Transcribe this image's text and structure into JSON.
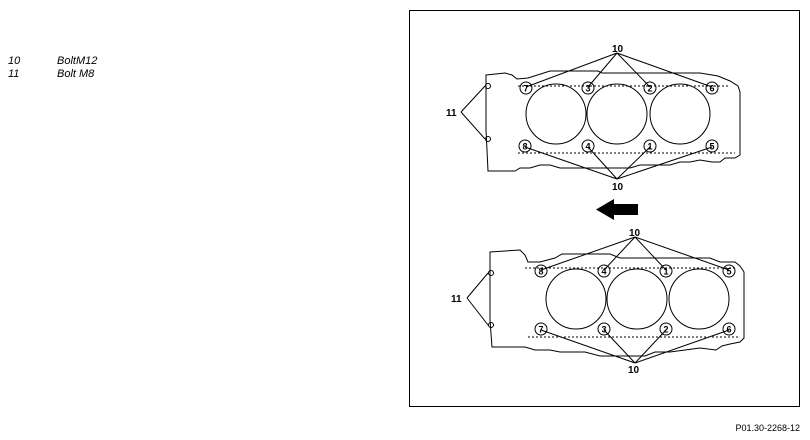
{
  "legend": {
    "items": [
      {
        "number": "10",
        "text": "BoltM12"
      },
      {
        "number": "11",
        "text": "Bolt M8"
      }
    ]
  },
  "figure": {
    "callout_main": "10",
    "callout_small": "11",
    "upper_head": {
      "top_row": [
        "7",
        "3",
        "2",
        "6"
      ],
      "bottom_row": [
        "8",
        "4",
        "1",
        "5"
      ]
    },
    "lower_head": {
      "top_row": [
        "8",
        "4",
        "1",
        "5"
      ],
      "bottom_row": [
        "7",
        "3",
        "2",
        "6"
      ]
    },
    "arrow_icon": "arrow-left-icon"
  },
  "reference_code": "P01.30-2268-12"
}
